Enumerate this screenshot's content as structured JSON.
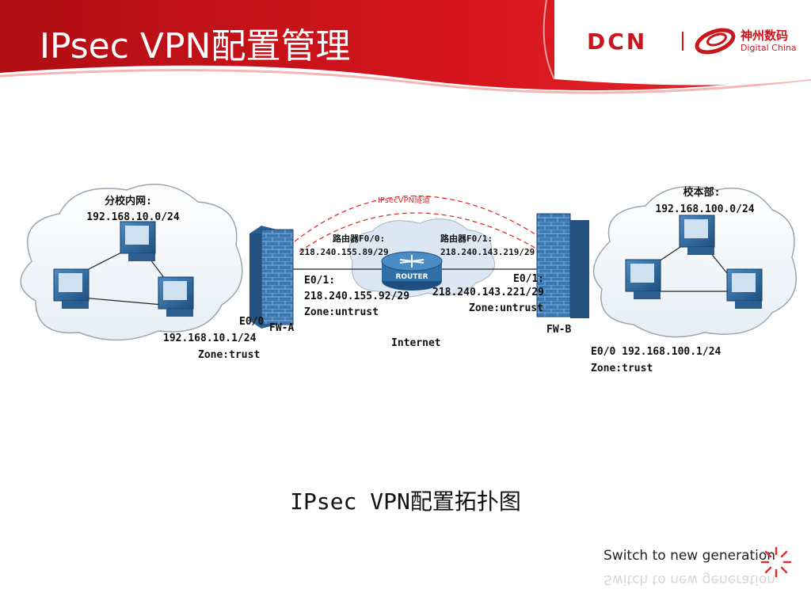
{
  "header": {
    "title": "IPsec VPN配置管理",
    "logo_text": "DCN",
    "logo_cn": "神州数码",
    "logo_en": "Digital China"
  },
  "diagram": {
    "tunnel_label": "IPsecVPN隧道",
    "branch_net_title": "分校内网:",
    "branch_net_addr": "192.168.10.0/24",
    "hq_net_title": "校本部:",
    "hq_net_addr": "192.168.100.0/24",
    "router_f00_label": "路由器F0/0:",
    "router_f00_addr": "218.240.155.89/29",
    "router_f01_label": "路由器F0/1:",
    "router_f01_addr": "218.240.143.219/29",
    "router_name": "ROUTER",
    "fwa_e01_label": "E0/1:",
    "fwa_e01_addr": "218.240.155.92/29",
    "fwa_e01_zone": "Zone:untrust",
    "fwb_e01_label": "E0/1:",
    "fwb_e01_addr": "218.240.143.221/29",
    "fwb_e01_zone": "Zone:untrust",
    "fwa_name": "FW-A",
    "fwb_name": "FW-B",
    "fwa_e00_label": "E0/0",
    "fwa_e00_addr": "192.168.10.1/24",
    "fwa_e00_zone": "Zone:trust",
    "fwb_e00_line": "E0/0 192.168.100.1/24",
    "fwb_e00_zone": "Zone:trust",
    "internet_label": "Internet"
  },
  "caption": "IPsec VPN配置拓扑图",
  "footer": {
    "slogan": "Switch to new generation"
  },
  "colors": {
    "brand_red": "#c8161d",
    "tunnel_red": "#e03030",
    "device_blue": "#2f6fa8"
  }
}
